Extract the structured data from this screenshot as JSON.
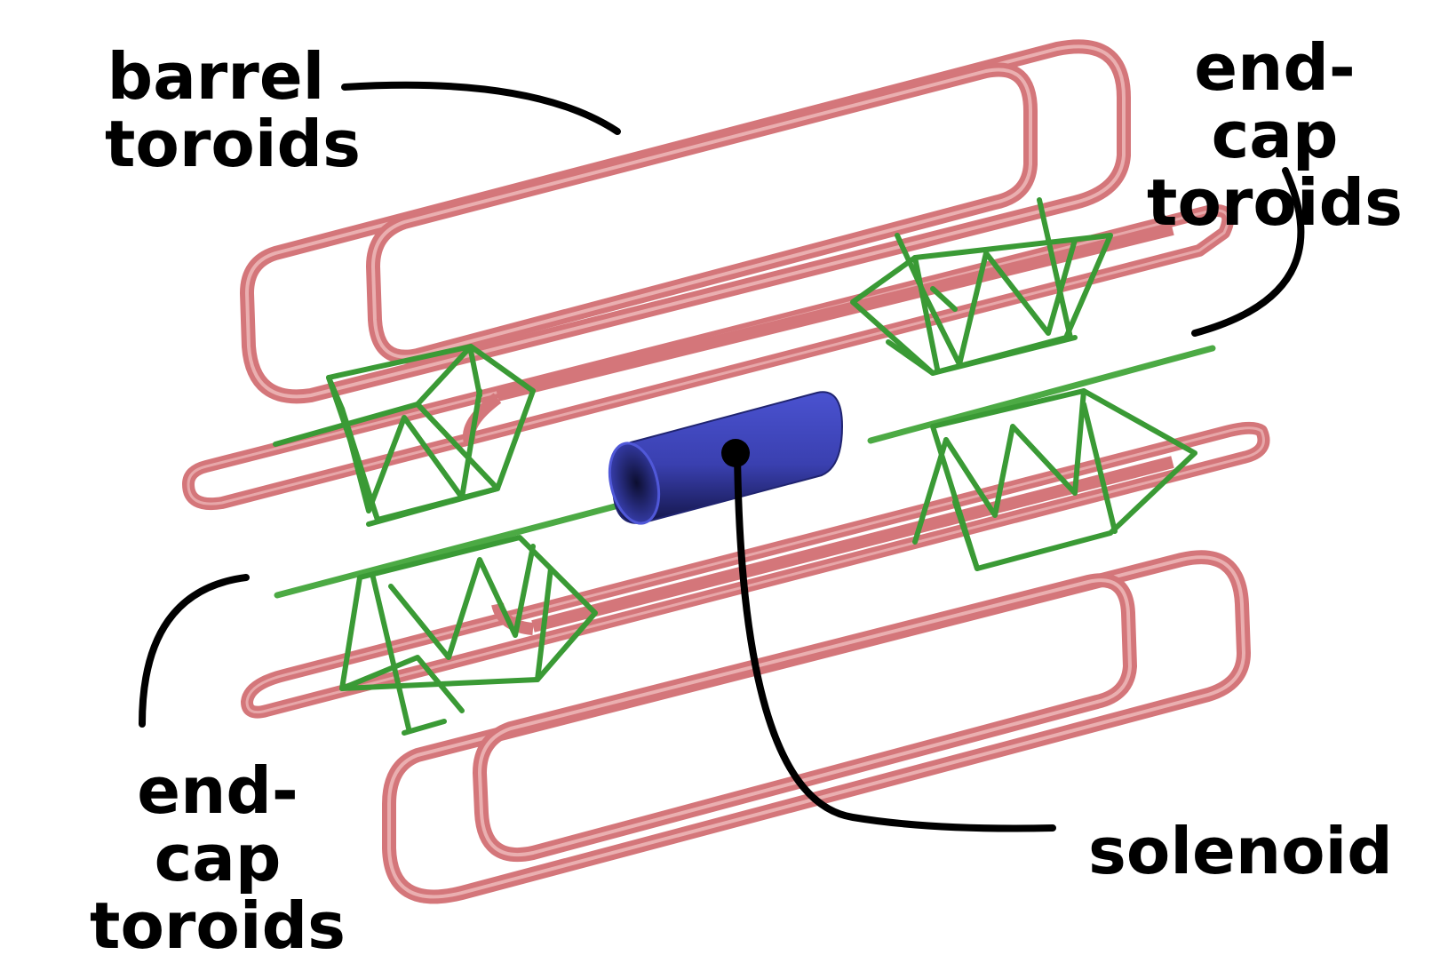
{
  "labels": {
    "barrel_line1": "barrel",
    "barrel_line2": "toroids",
    "endcap_right_line1": "end-cap",
    "endcap_right_line2": "toroids",
    "endcap_left_line1": "end-cap",
    "endcap_left_line2": "toroids",
    "solenoid": "solenoid"
  },
  "colors": {
    "barrel_toroid": "#d9777a",
    "barrel_toroid_highlight": "#f2c4c4",
    "endcap_frame": "#3a9a35",
    "solenoid": "#3a40b0",
    "solenoid_dark": "#1c1f6a",
    "leader_line": "#000000"
  }
}
